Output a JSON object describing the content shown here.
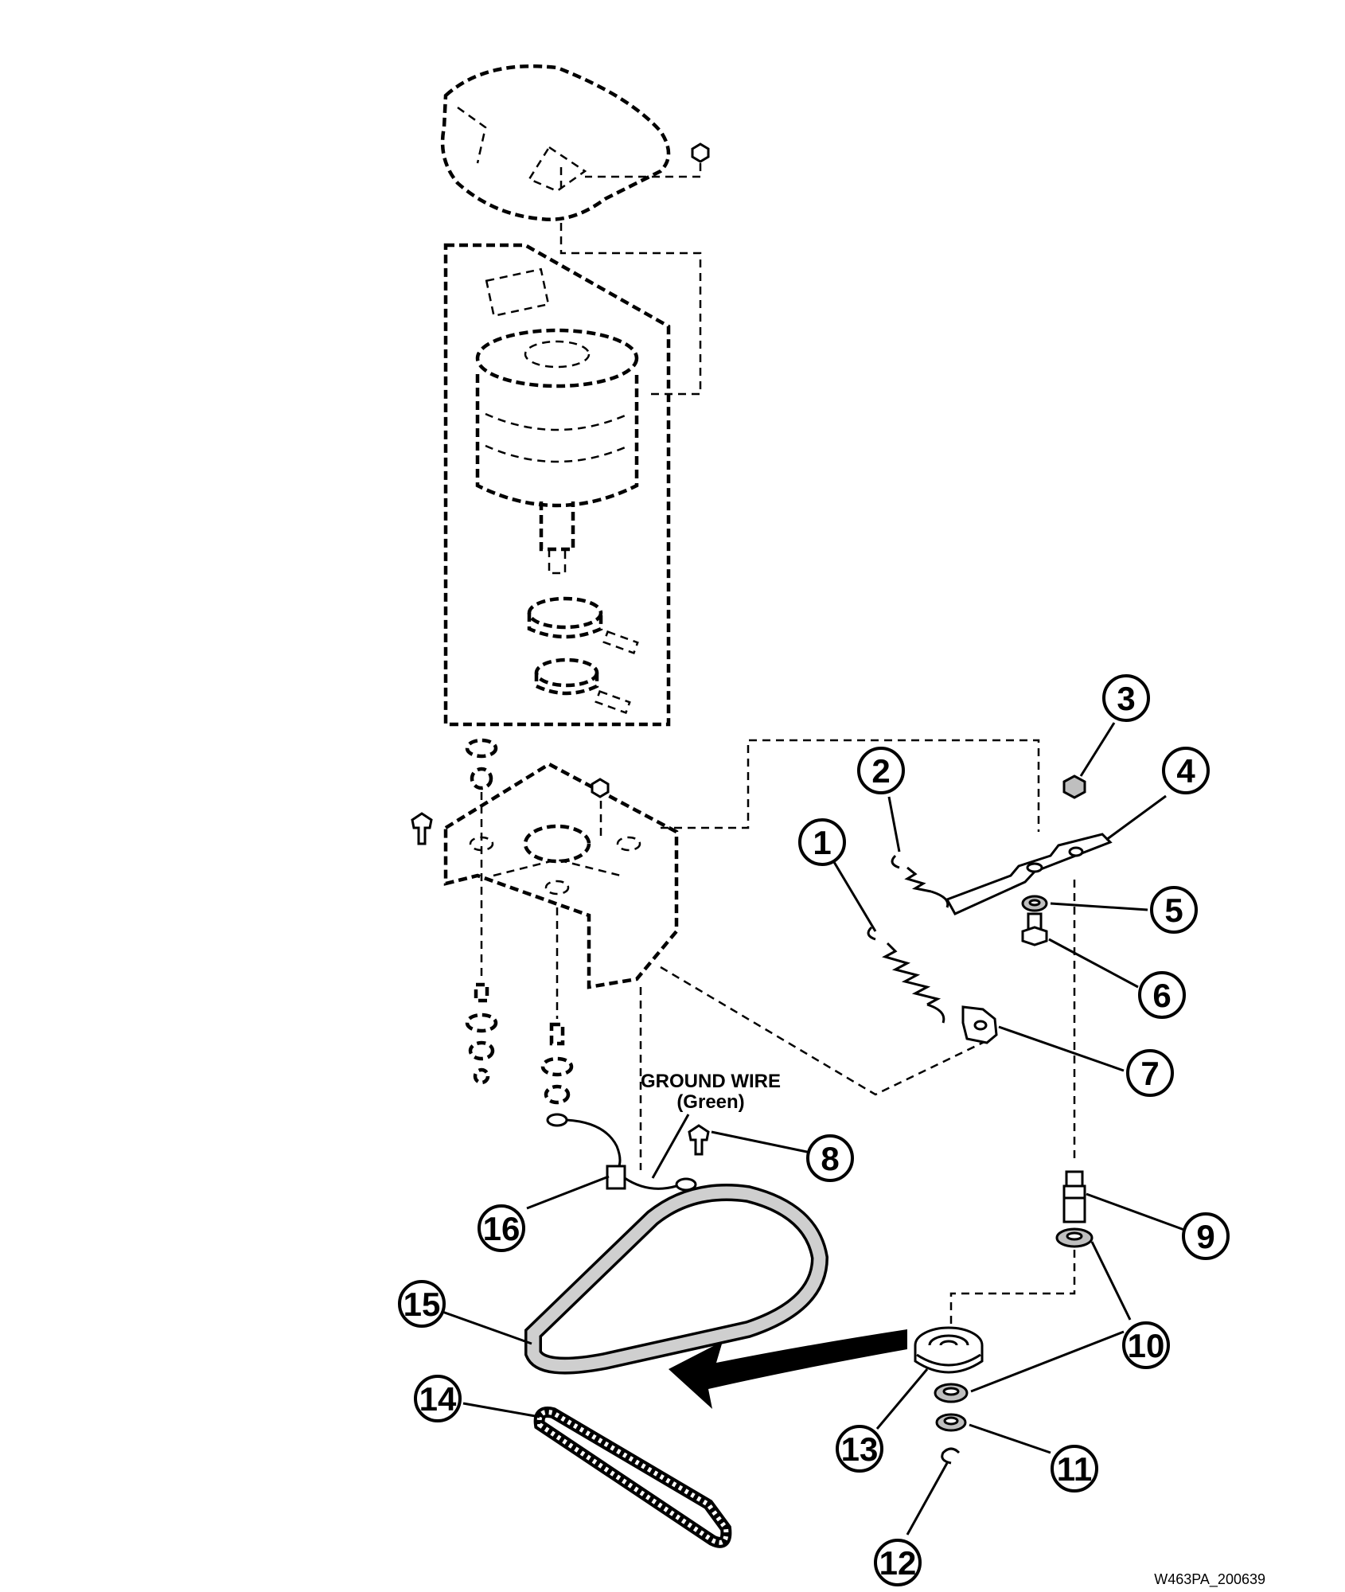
{
  "figure": {
    "reference_code": "W463PA_200639",
    "ground_wire_label_line1": "GROUND WIRE",
    "ground_wire_label_line2": "(Green)"
  },
  "callouts": [
    {
      "id": "1",
      "number": "1"
    },
    {
      "id": "2",
      "number": "2"
    },
    {
      "id": "3",
      "number": "3"
    },
    {
      "id": "4",
      "number": "4"
    },
    {
      "id": "5",
      "number": "5"
    },
    {
      "id": "6",
      "number": "6"
    },
    {
      "id": "7",
      "number": "7"
    },
    {
      "id": "8",
      "number": "8"
    },
    {
      "id": "9",
      "number": "9"
    },
    {
      "id": "10a",
      "number": "10"
    },
    {
      "id": "10b",
      "number": "10"
    },
    {
      "id": "11",
      "number": "11"
    },
    {
      "id": "12",
      "number": "12"
    },
    {
      "id": "13",
      "number": "13"
    },
    {
      "id": "14",
      "number": "14"
    },
    {
      "id": "15",
      "number": "15"
    },
    {
      "id": "16",
      "number": "16"
    }
  ]
}
